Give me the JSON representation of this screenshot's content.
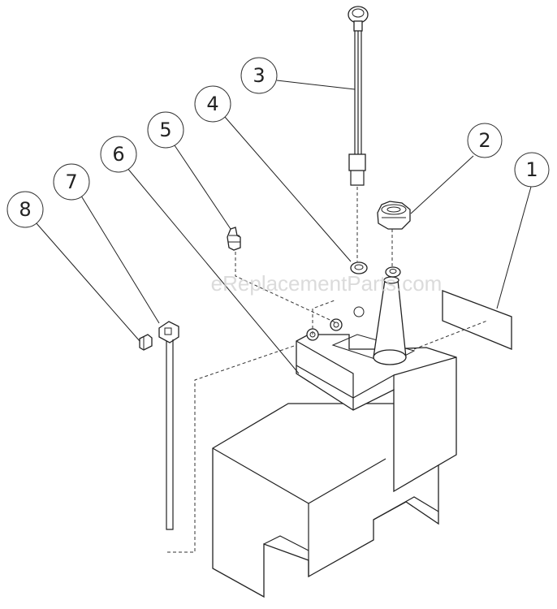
{
  "watermark": "eReplacementParts.com",
  "callouts": [
    {
      "label": "1",
      "part": "decal"
    },
    {
      "label": "2",
      "part": "fuel-cap"
    },
    {
      "label": "3",
      "part": "fuel-gauge"
    },
    {
      "label": "4",
      "part": "grommet"
    },
    {
      "label": "5",
      "part": "hose-fitting"
    },
    {
      "label": "6",
      "part": "fuel-tank"
    },
    {
      "label": "7",
      "part": "tie-strap"
    },
    {
      "label": "8",
      "part": "fitting"
    }
  ]
}
